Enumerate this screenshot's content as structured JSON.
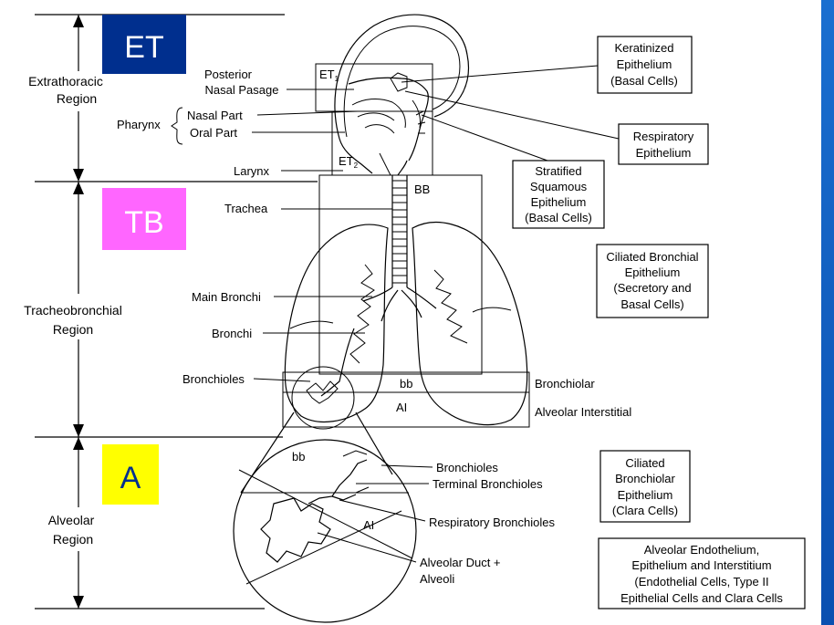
{
  "badges": {
    "et": {
      "text": "ET",
      "color": "#002f8e"
    },
    "tb": {
      "text": "TB",
      "color": "#ff66ff"
    },
    "a": {
      "text": "A",
      "color": "#ffff00"
    }
  },
  "regions": {
    "extrathoracic": [
      "Extrathoracic",
      "Region"
    ],
    "tracheobronchial": [
      "Tracheobronchial",
      "Region"
    ],
    "alveolar": [
      "Alveolar",
      "Region"
    ]
  },
  "anatomy": {
    "posterior_nasal": [
      "Posterior",
      "Nasal Pasage"
    ],
    "pharynx": "Pharynx",
    "nasal_part": "Nasal Part",
    "oral_part": "Oral Part",
    "larynx": "Larynx",
    "trachea": "Trachea",
    "main_bronchi": "Main Bronchi",
    "bronchi": "Bronchi",
    "bronchioles": "Bronchioles",
    "bronchioles2": "Bronchioles",
    "terminal_bronchioles": "Terminal Bronchioles",
    "respiratory_bronchioles": "Respiratory Bronchioles",
    "alveolar_duct": [
      "Alveolar Duct +",
      "Alveoli"
    ]
  },
  "compartments": {
    "et1": "ET",
    "et1_sub": "1",
    "et2": "ET",
    "et2_sub": "2",
    "bb_upper": "BB",
    "bb_lower": "bb",
    "ai": "AI",
    "bronchiolar": "Bronchiolar",
    "alveolar_interstitial": "Alveolar Interstitial",
    "bb_circle": "bb",
    "ai_circle": "AI"
  },
  "epithelium": {
    "keratinized": [
      "Keratinized",
      "Epithelium",
      "(Basal Cells)"
    ],
    "respiratory": [
      "Respiratory",
      "Epithelium"
    ],
    "stratified": [
      "Stratified",
      "Squamous",
      "Epithelium",
      "(Basal Cells)"
    ],
    "ciliated_bronchial": [
      "Ciliated Bronchial",
      "Epithelium",
      "(Secretory and",
      "Basal Cells)"
    ],
    "ciliated_bronchiolar": [
      "Ciliated",
      "Bronchiolar",
      "Epithelium",
      "(Clara Cells)"
    ],
    "alveolar_endothelium": [
      "Alveolar Endothelium,",
      "Epithelium and Interstitium",
      "(Endothelial Cells, Type II",
      "Epithelial Cells and Clara Cells"
    ]
  }
}
